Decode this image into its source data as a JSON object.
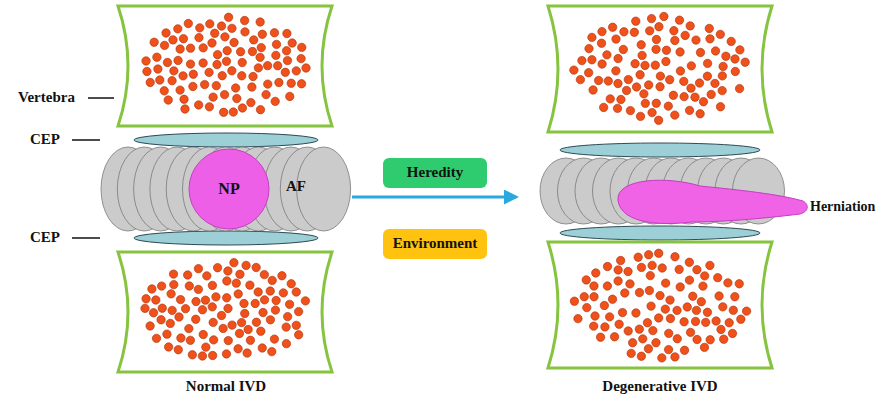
{
  "diagram": {
    "nodes": [
      {
        "text": [
          "AF"
        ]
      },
      {
        "text": [
          "NP"
        ],
        "in": 0
      },
      {
        "text": [
          "Heredity"
        ]
      },
      {
        "text": [
          "Environment"
        ]
      }
    ],
    "labels": [
      "Vertebra",
      "CEP",
      "CEP",
      "Herniation",
      "Normal IVD",
      "Degenerative IVD"
    ]
  }
}
